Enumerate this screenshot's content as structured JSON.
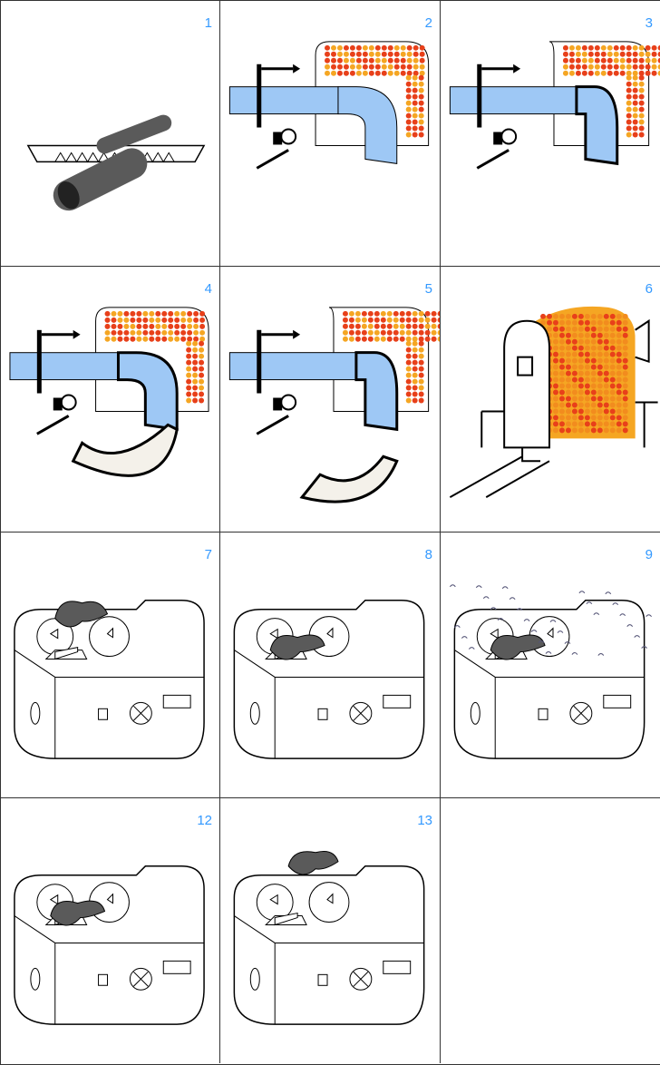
{
  "title": "Pipe bending and grinding process steps",
  "colors": {
    "number": "#3399ff",
    "pipe": "#5a5a5a",
    "mandrel": "#9ec8f5",
    "heat": "#e8401a",
    "heat_light": "#f5a623"
  },
  "steps": [
    {
      "number": "1",
      "illustration": "pipe-on-saw-icon"
    },
    {
      "number": "2",
      "illustration": "induction-bender-icon"
    },
    {
      "number": "3",
      "illustration": "induction-bender-icon"
    },
    {
      "number": "4",
      "illustration": "induction-bender-cut-icon"
    },
    {
      "number": "5",
      "illustration": "induction-bender-cut-icon"
    },
    {
      "number": "6",
      "illustration": "heat-treatment-furnace-icon"
    },
    {
      "number": "7",
      "illustration": "grinding-machine-icon"
    },
    {
      "number": "8",
      "illustration": "grinding-machine-icon"
    },
    {
      "number": "9",
      "illustration": "grinding-machine-sparks-icon"
    },
    {
      "number": "12",
      "illustration": "grinding-machine-icon"
    },
    {
      "number": "13",
      "illustration": "grinding-machine-icon"
    }
  ]
}
